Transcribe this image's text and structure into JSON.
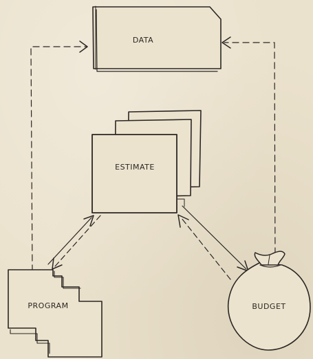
{
  "nodes": {
    "data": {
      "label": "DATA"
    },
    "estimate": {
      "label": "ESTIMATE"
    },
    "program": {
      "label": "PROGRAM"
    },
    "budget": {
      "label": "BUDGET"
    }
  },
  "colors": {
    "ink": "#2a2622",
    "paper": "#ebe2cd"
  }
}
